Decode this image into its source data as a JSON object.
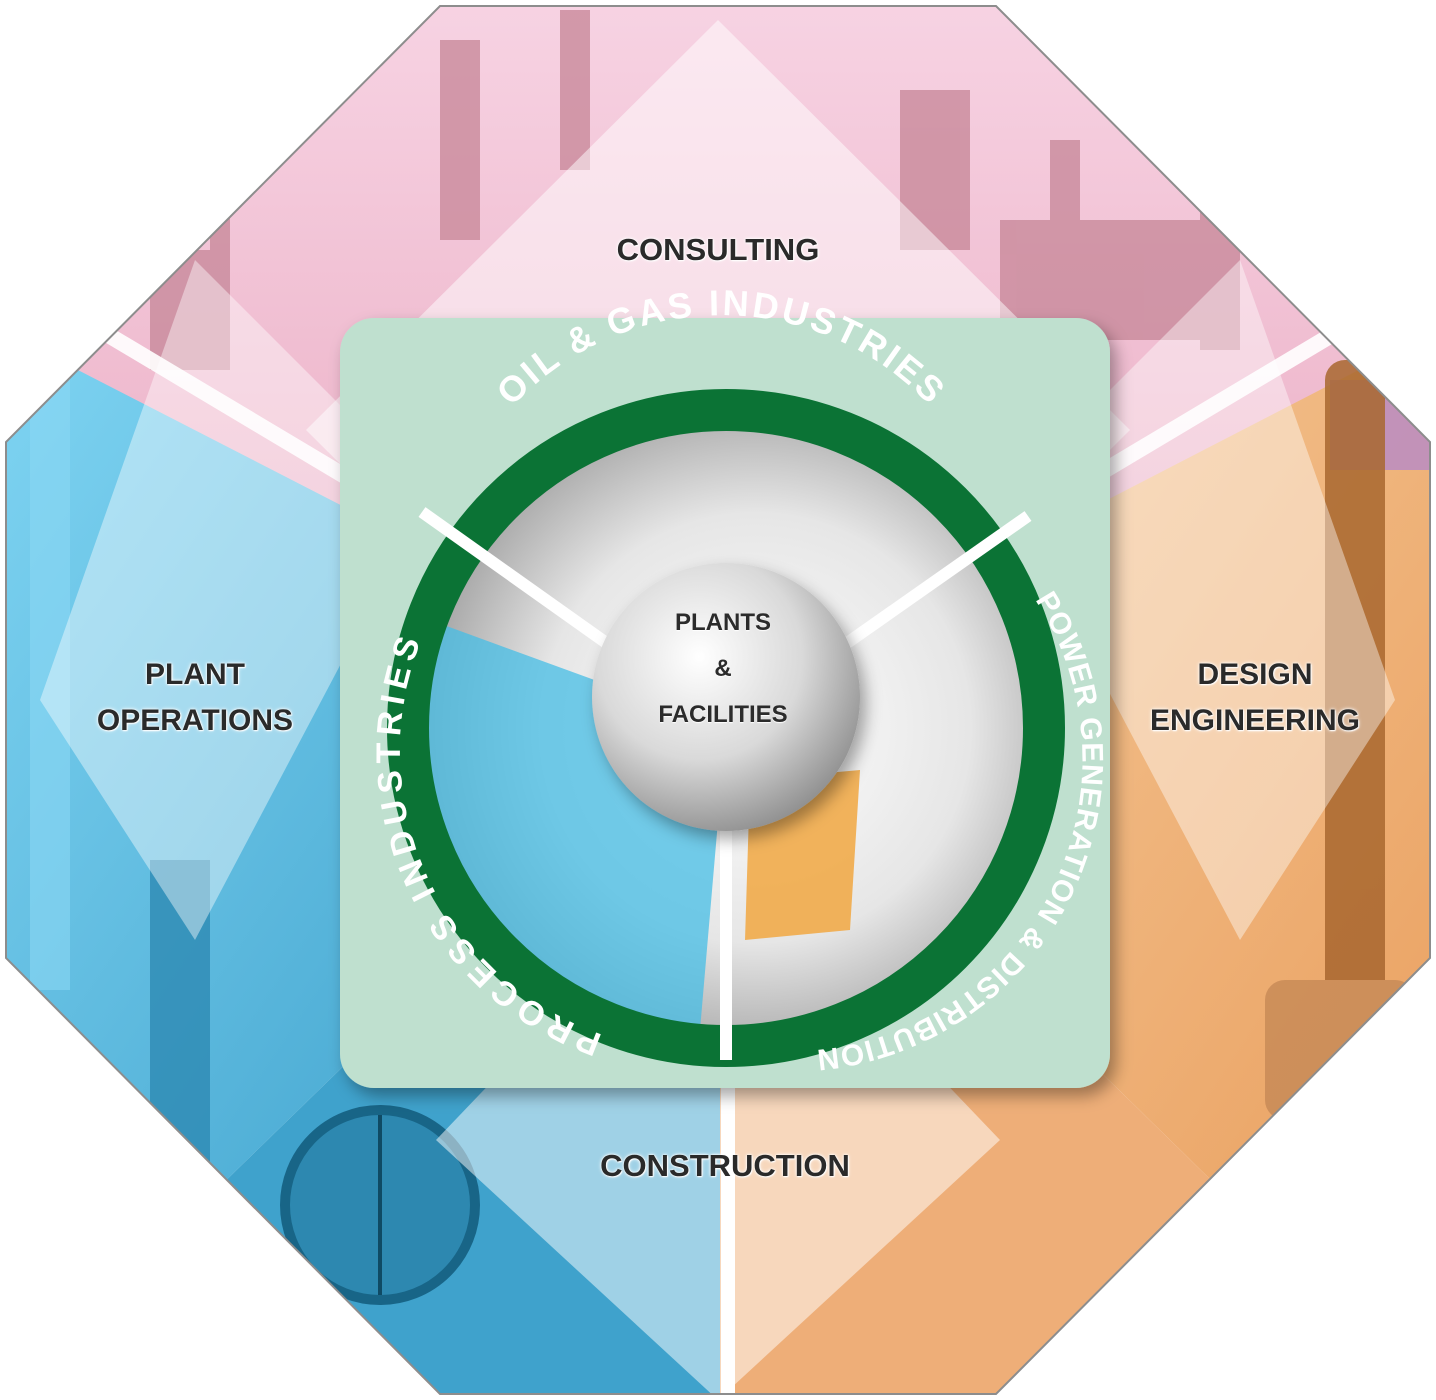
{
  "diagram": {
    "quadrants": {
      "top": "CONSULTING",
      "left_line1": "PLANT",
      "left_line2": "OPERATIONS",
      "right_line1": "DESIGN",
      "right_line2": "ENGINEERING",
      "bottom": "CONSTRUCTION"
    },
    "ring_segments": {
      "top": "OIL & GAS INDUSTRIES",
      "left": "PROCESS INDUSTRIES",
      "right": "POWER GENERATION & DISTRIBUTION"
    },
    "hub": {
      "line1": "PLANTS",
      "line2": "&",
      "line3": "FACILITIES"
    },
    "colors": {
      "consulting": "#f2c6d8",
      "plant_operations": "#55c2e6",
      "design_engineering": "#f1b57e",
      "construction_left": "#4aa9cf",
      "construction_right": "#efb07a",
      "inner_panel": "#bfe0cf",
      "ring": "#0b7335",
      "hub": "#dcdcdc"
    }
  }
}
